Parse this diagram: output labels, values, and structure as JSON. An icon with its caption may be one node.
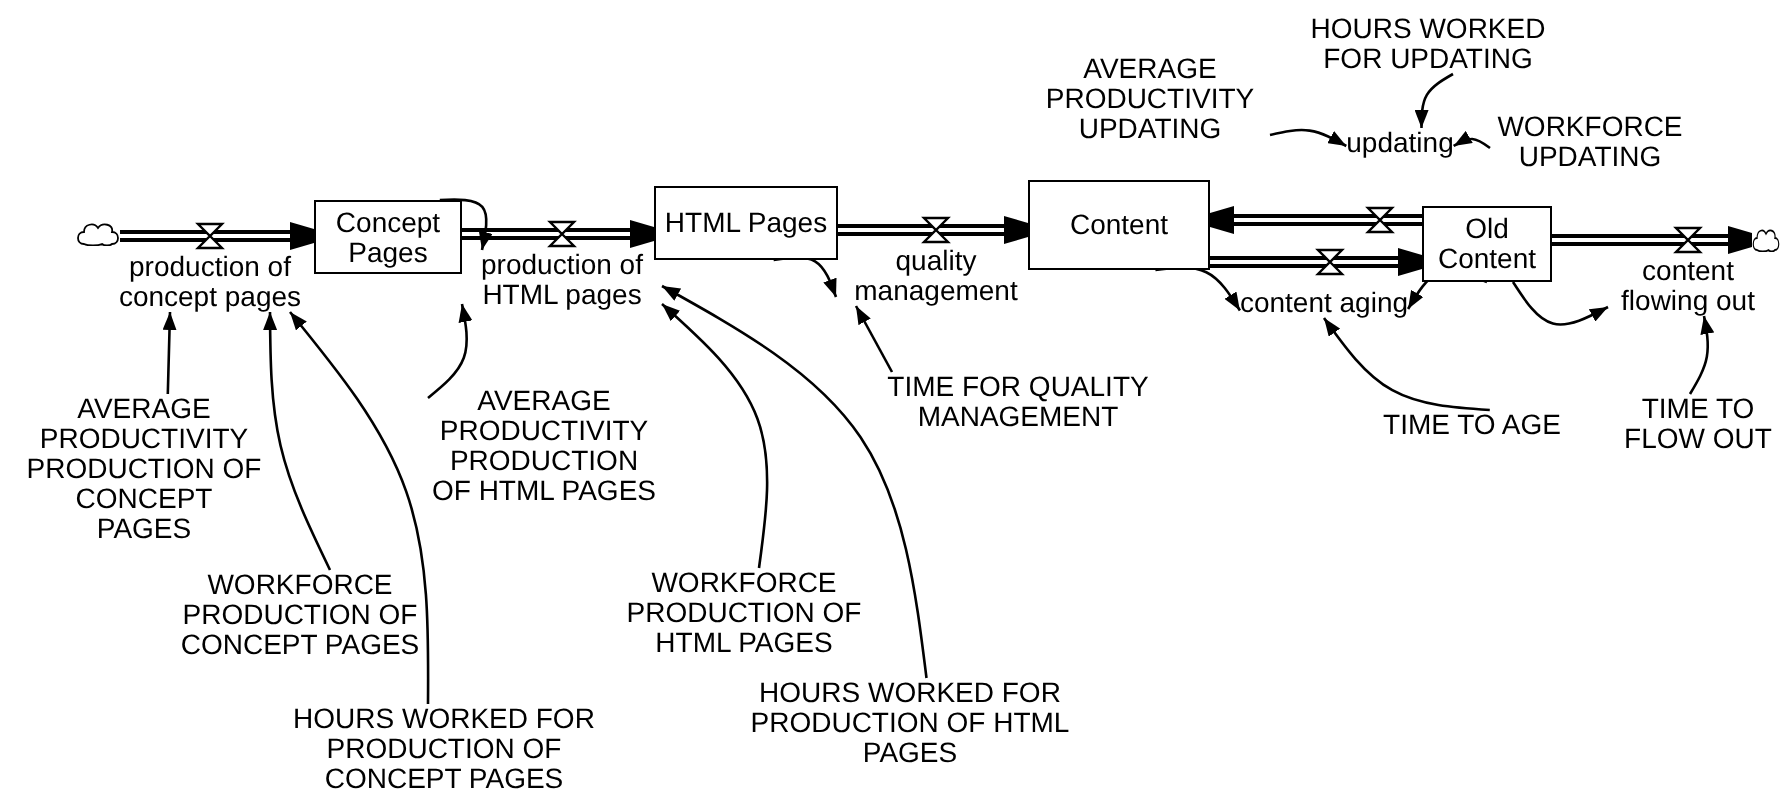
{
  "diagram": {
    "nodes": [
      {
        "text": [],
        "shape": "cloud"
      },
      {
        "text": [
          "production of concept pages"
        ]
      },
      {
        "text": [
          "Concept Pages"
        ]
      },
      {
        "text": [
          "production of HTML pages"
        ]
      },
      {
        "text": [
          "HTML Pages"
        ]
      },
      {
        "text": [
          "quality management"
        ]
      },
      {
        "text": [
          "Content"
        ]
      },
      {
        "text": [
          "content aging"
        ]
      },
      {
        "text": [
          "updating"
        ]
      },
      {
        "text": [
          "Old Content"
        ]
      },
      {
        "text": [
          "content flowing out"
        ]
      },
      {
        "text": [],
        "shape": "cloud"
      },
      {
        "text": [
          "AVERAGE PRODUCTIVITY PRODUCTION OF CONCEPT PAGES"
        ]
      },
      {
        "text": [
          "WORKFORCE PRODUCTION OF CONCEPT PAGES"
        ]
      },
      {
        "text": [
          "HOURS WORKED FOR PRODUCTION OF CONCEPT PAGES"
        ]
      },
      {
        "text": [
          "AVERAGE PRODUCTIVITY PRODUCTION OF HTML PAGES"
        ]
      },
      {
        "text": [
          "WORKFORCE PRODUCTION OF HTML PAGES"
        ]
      },
      {
        "text": [
          "HOURS WORKED FOR PRODUCTION OF HTML PAGES"
        ]
      },
      {
        "text": [
          "TIME FOR QUALITY MANAGEMENT"
        ]
      },
      {
        "text": [
          "AVERAGE PRODUCTIVITY UPDATING"
        ]
      },
      {
        "text": [
          "HOURS WORKED FOR UPDATING"
        ]
      },
      {
        "text": [
          "WORKFORCE UPDATING"
        ]
      },
      {
        "text": [
          "TIME TO AGE"
        ]
      },
      {
        "text": [
          "TIME TO FLOW OUT"
        ]
      }
    ],
    "edges": [
      {
        "from": 0,
        "to": 2,
        "arrow": "to",
        "style": "thick"
      },
      {
        "from": 2,
        "to": 4,
        "arrow": "to",
        "style": "thick"
      },
      {
        "from": 4,
        "to": 6,
        "arrow": "to",
        "style": "thick"
      },
      {
        "from": 9,
        "to": 6,
        "arrow": "to",
        "style": "thick"
      },
      {
        "from": 6,
        "to": 9,
        "arrow": "to",
        "style": "thick"
      },
      {
        "from": 9,
        "to": 11,
        "arrow": "to",
        "style": "thick"
      },
      {
        "from": 2,
        "to": 3,
        "arrow": "to"
      },
      {
        "from": 12,
        "to": 1,
        "arrow": "to"
      },
      {
        "from": 13,
        "to": 1,
        "arrow": "to"
      },
      {
        "from": 14,
        "to": 1,
        "arrow": "to"
      },
      {
        "from": 15,
        "to": 3,
        "arrow": "to"
      },
      {
        "from": 16,
        "to": 3,
        "arrow": "to"
      },
      {
        "from": 17,
        "to": 3,
        "arrow": "to"
      },
      {
        "from": 4,
        "to": 5,
        "arrow": "to"
      },
      {
        "from": 18,
        "to": 5,
        "arrow": "to"
      },
      {
        "from": 6,
        "to": 7,
        "arrow": "to"
      },
      {
        "from": 9,
        "to": 7,
        "arrow": "to"
      },
      {
        "from": 22,
        "to": 7,
        "arrow": "to"
      },
      {
        "from": 9,
        "to": 10,
        "arrow": "to"
      },
      {
        "from": 23,
        "to": 10,
        "arrow": "to"
      },
      {
        "from": 19,
        "to": 8,
        "arrow": "to"
      },
      {
        "from": 21,
        "to": 8,
        "arrow": "to"
      },
      {
        "from": 20,
        "to": 8,
        "arrow": "to"
      }
    ]
  }
}
